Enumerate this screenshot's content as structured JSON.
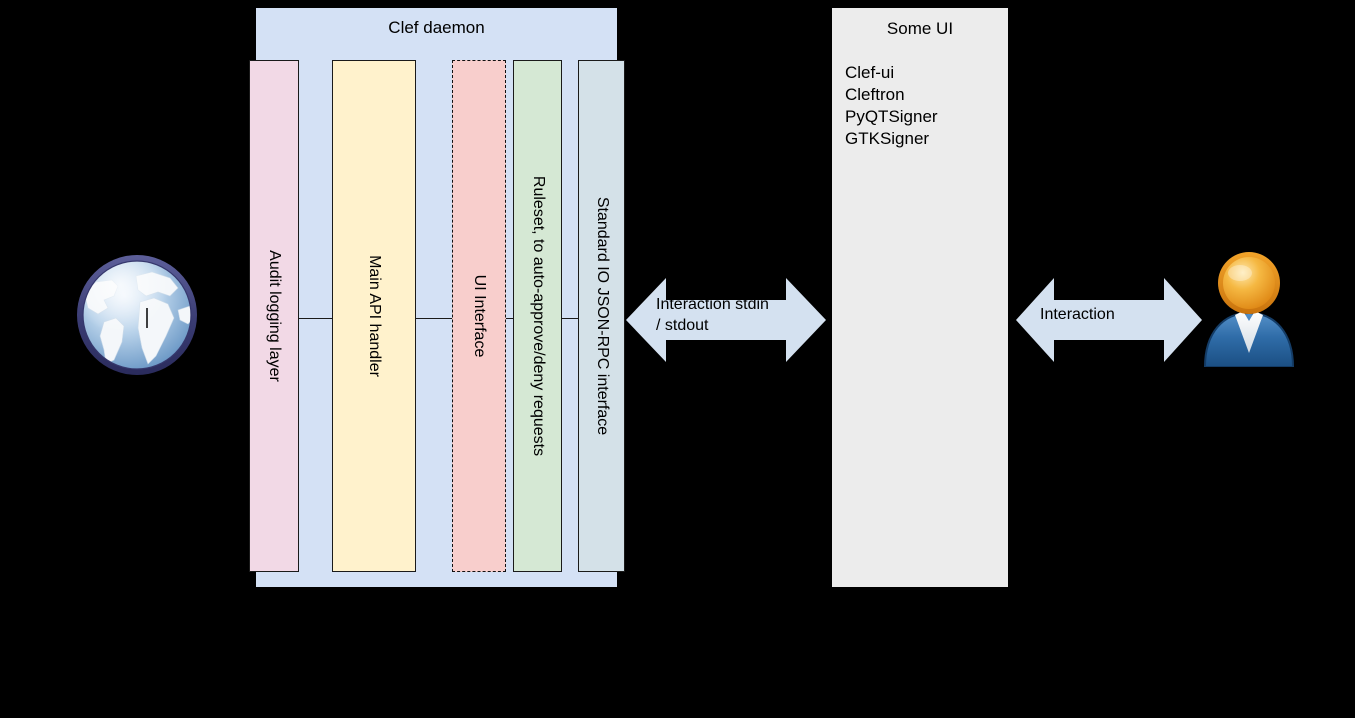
{
  "diagram": {
    "background_color": "#000000",
    "daemon": {
      "title": "Clef daemon",
      "fill": "#d4e1f5",
      "columns": [
        {
          "name": "audit-logging-layer",
          "label": "Audit logging layer",
          "fill": "#f2d9e6",
          "border": "solid"
        },
        {
          "name": "main-api-handler",
          "label": "Main API handler",
          "fill": "#fff2cc",
          "border": "solid"
        },
        {
          "name": "ui-interface",
          "label": "UI Interface",
          "fill": "#f8cecc",
          "border": "dashed"
        },
        {
          "name": "ruleset",
          "label": "Ruleset, to auto-approve/deny requests",
          "fill": "#d5e8d4",
          "border": "solid"
        },
        {
          "name": "standard-io",
          "label": "Standard IO JSON-RPC interface",
          "fill": "#d4e1e8",
          "border": "solid"
        }
      ]
    },
    "some_ui": {
      "title": "Some UI",
      "fill": "#ececec",
      "items": [
        "Clef-ui",
        "Cleftron",
        "PyQTSigner",
        "GTKSigner"
      ]
    },
    "arrows": [
      {
        "name": "stdio-arrow",
        "label": "Interaction stdin\n/ stdout",
        "fill": "#d4e1f0"
      },
      {
        "name": "user-arrow",
        "label": "Interaction",
        "fill": "#d4e1f0"
      }
    ],
    "icons": [
      {
        "name": "globe-icon",
        "meaning": "internet / external world"
      },
      {
        "name": "user-icon",
        "meaning": "human user"
      }
    ]
  }
}
